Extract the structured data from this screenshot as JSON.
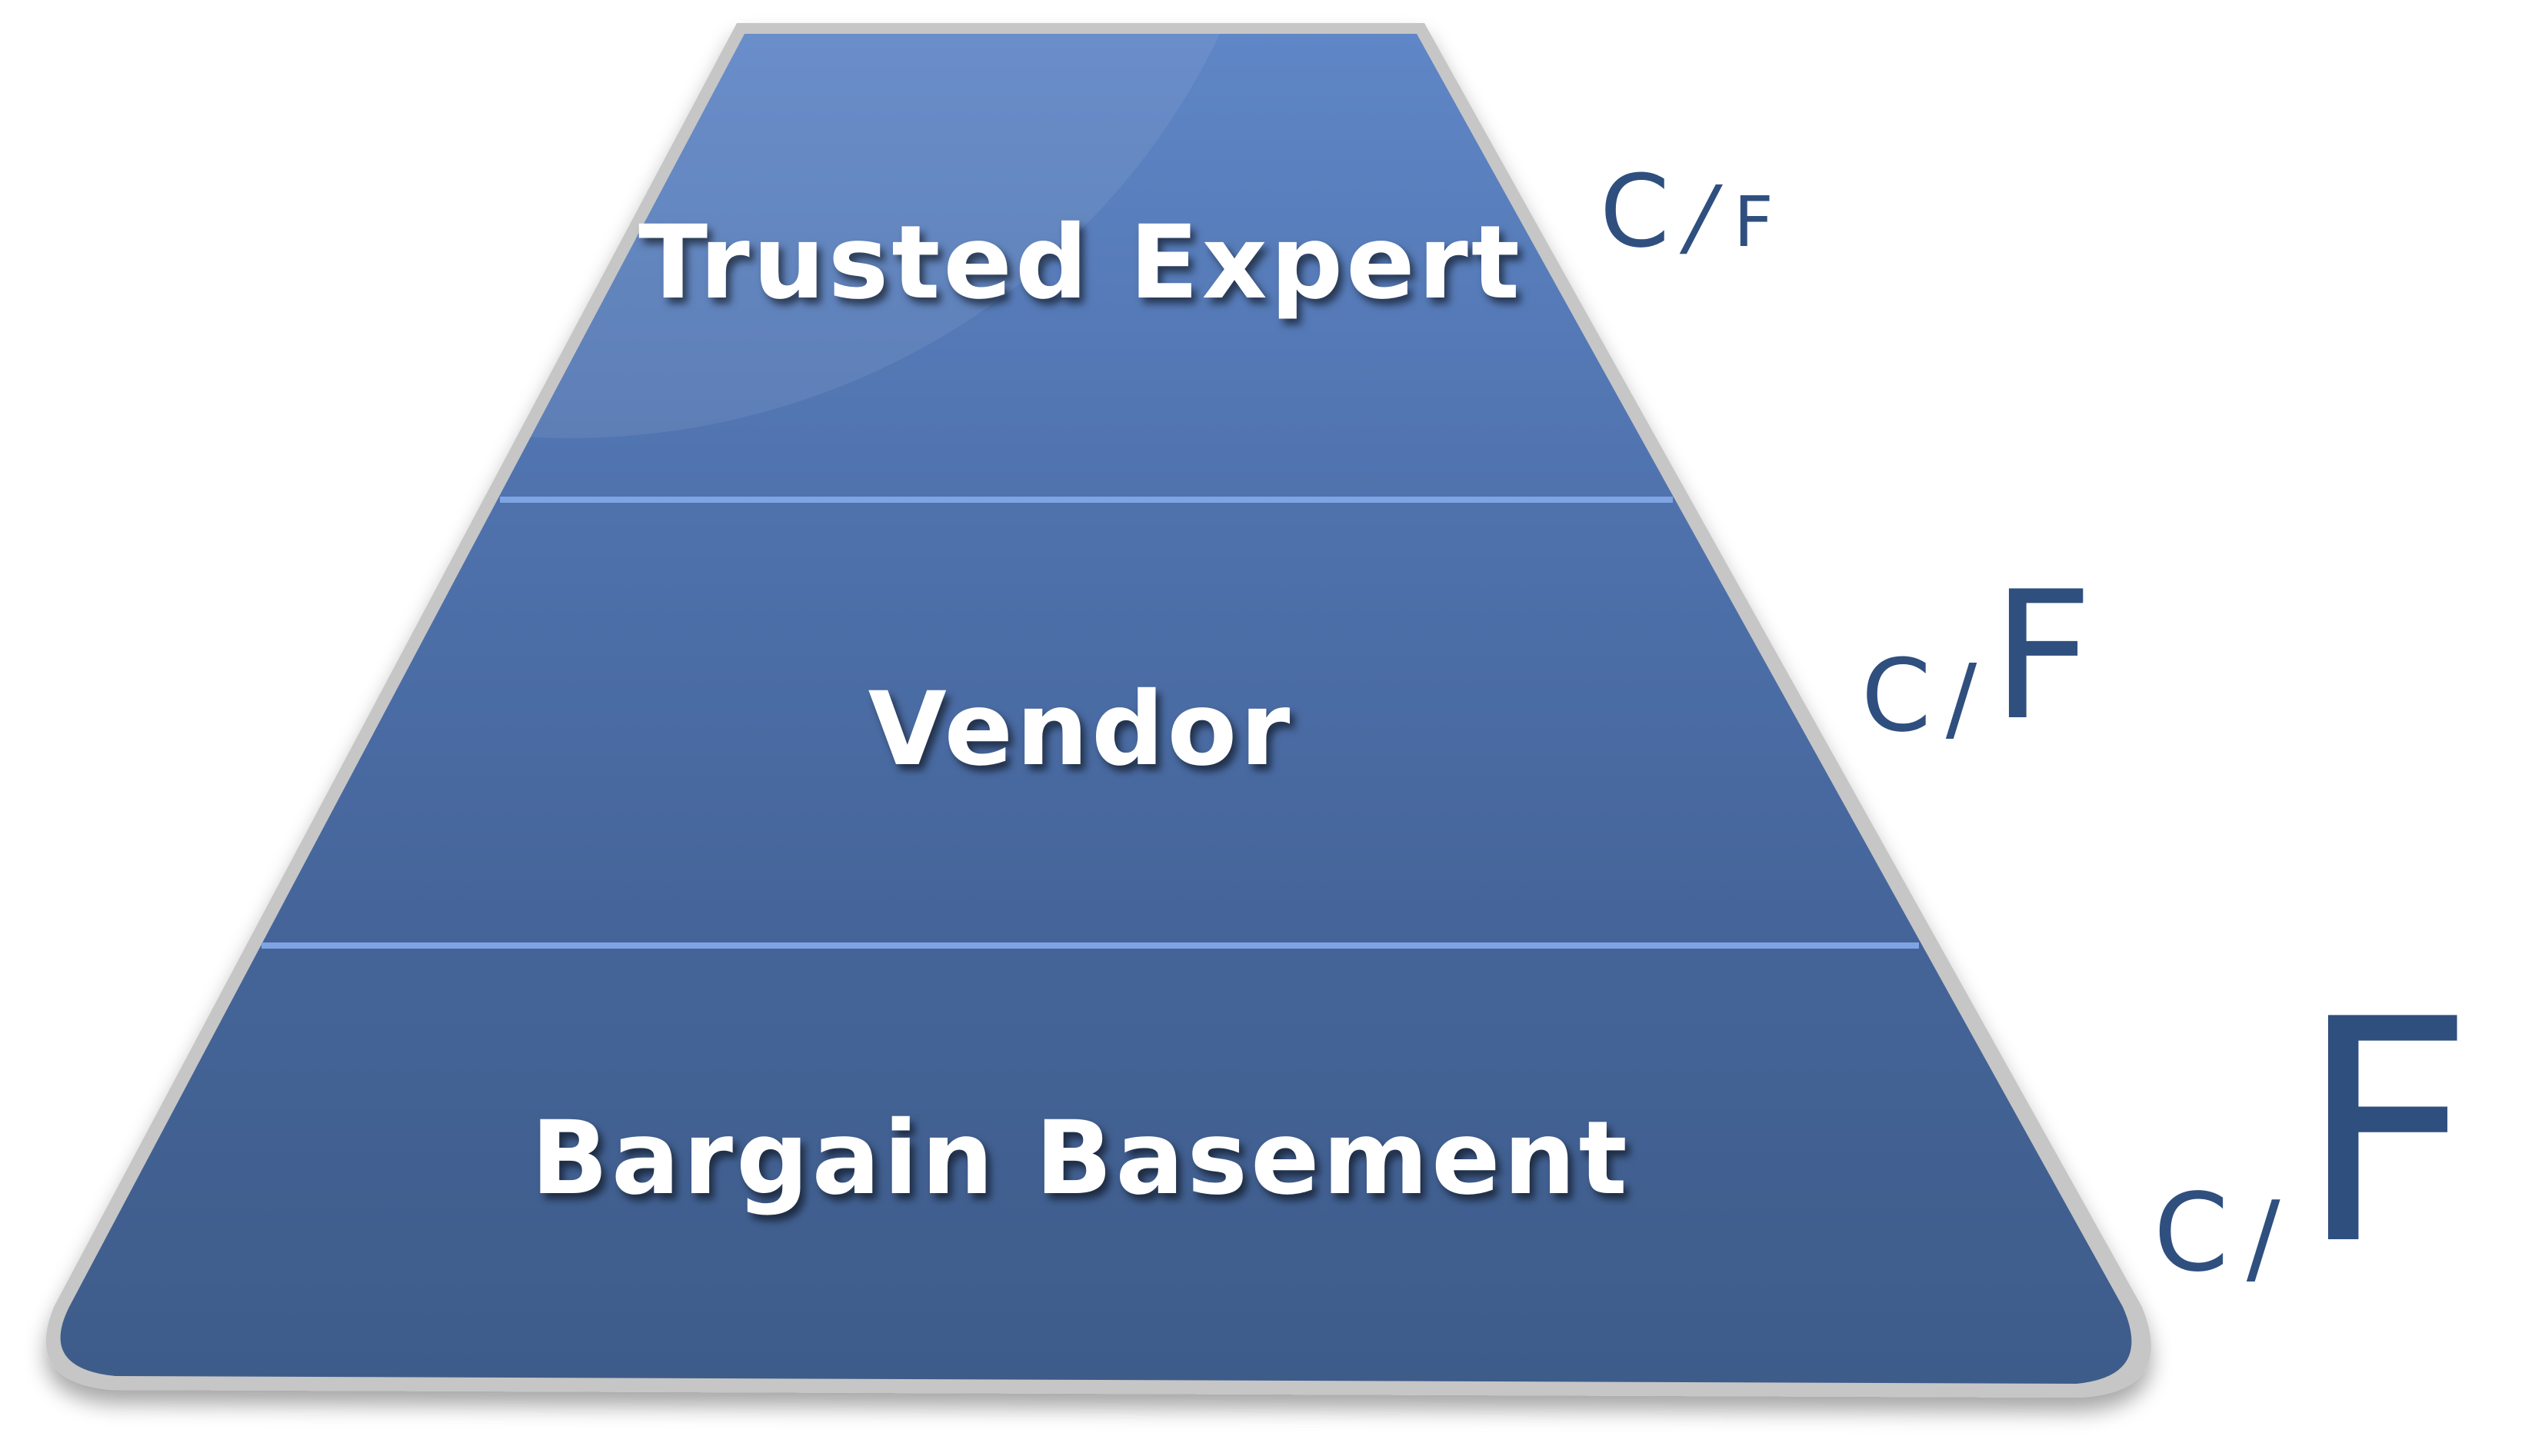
{
  "tiers": [
    {
      "label": "Trusted Expert"
    },
    {
      "label": "Vendor"
    },
    {
      "label": "Bargain Basement"
    }
  ],
  "ratios": [
    {
      "c": "C",
      "slash": "/",
      "f": "F"
    },
    {
      "c": "C",
      "slash": "/",
      "f": "F"
    },
    {
      "c": "C",
      "slash": "/",
      "f": "F"
    }
  ],
  "colors": {
    "tier_top": "#5a80bf",
    "tier_middle": "#4b6ba2",
    "tier_bottom": "#415f8f",
    "divider": "#7fa4e4",
    "border": "#c8c8c8",
    "ratio_text": "#2f4f7f"
  }
}
